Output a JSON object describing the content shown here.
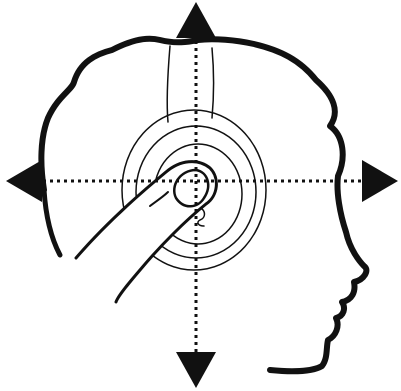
{
  "diagram": {
    "subject": "head-profile-with-headphones",
    "gesture": "finger-touch-on-ear-cup",
    "swipe_directions": [
      "up",
      "down",
      "left",
      "right"
    ],
    "ink_color": "#111111",
    "background_color": "#ffffff"
  }
}
